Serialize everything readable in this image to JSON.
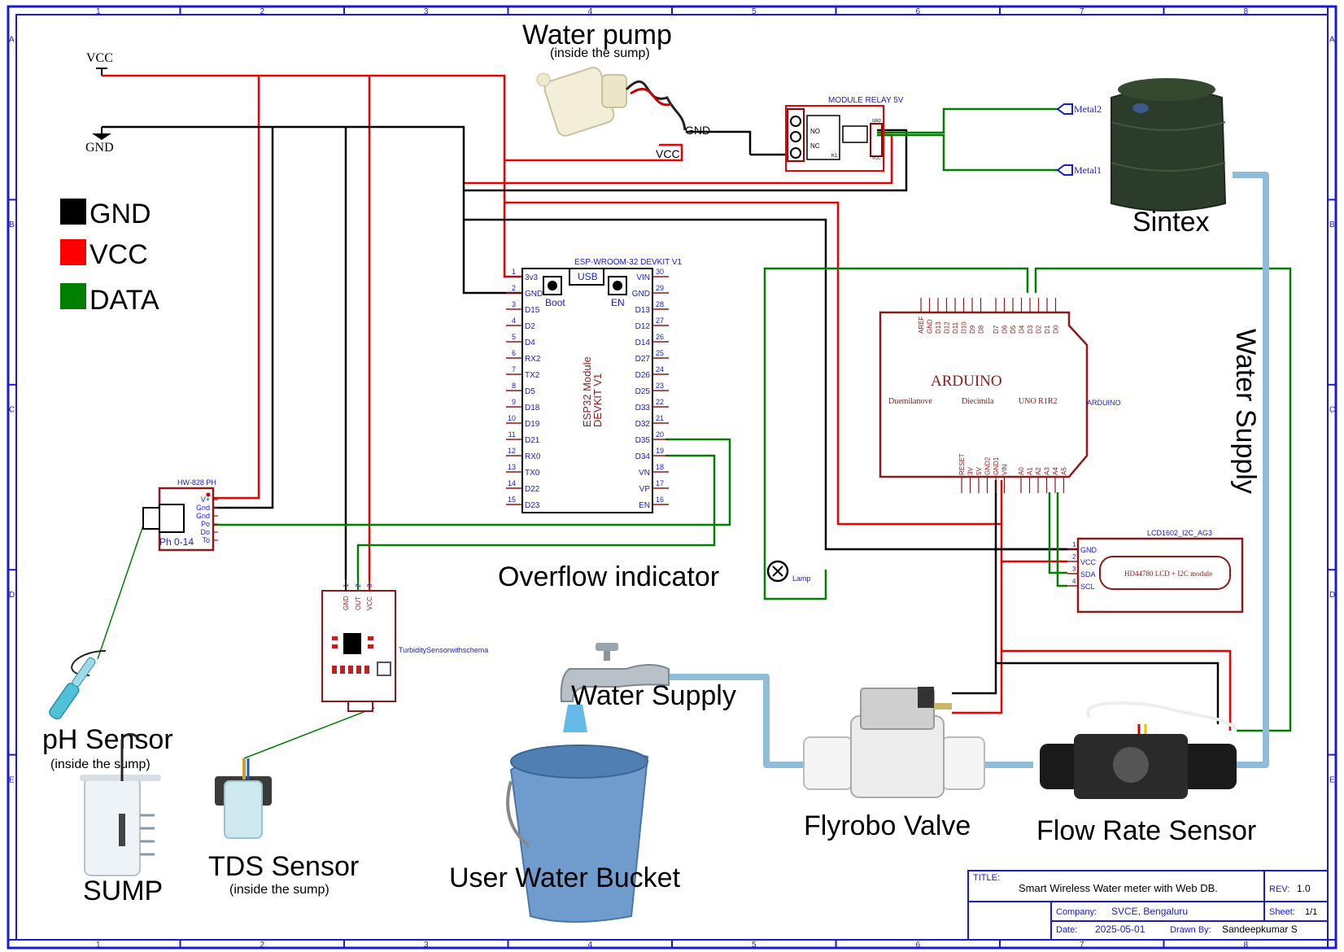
{
  "frame": {
    "col_labels": [
      "1",
      "2",
      "3",
      "4",
      "5",
      "6",
      "7",
      "8"
    ],
    "row_labels": [
      "A",
      "B",
      "C",
      "D",
      "E"
    ]
  },
  "legend": [
    {
      "label": "GND",
      "color": "#000000"
    },
    {
      "label": "VCC",
      "color": "#ff0000"
    },
    {
      "label": "DATA",
      "color": "#008000"
    }
  ],
  "power": {
    "vcc": "VCC",
    "gnd": "GND"
  },
  "pump": {
    "title": "Water pump",
    "subtitle": "(inside the sump)",
    "gnd_label": "GND",
    "vcc_label": "VCC"
  },
  "relay": {
    "title": "MODULE RELAY 5V",
    "no": "NO",
    "nc": "NC",
    "k1": "K1",
    "pin_gnd": "GND",
    "pin_vcc": "VCC"
  },
  "sintex": {
    "label": "Sintex",
    "metal2": "Metal2",
    "metal1": "Metal1"
  },
  "esp32": {
    "title": "ESP-WROOM-32 DEVKIT V1",
    "usb": "USB",
    "boot": "Boot",
    "en": "EN",
    "body1": "ESP32 Module",
    "body2": "DEVKIT V1",
    "left_pins": [
      {
        "num": "1",
        "name": "3v3"
      },
      {
        "num": "2",
        "name": "GND"
      },
      {
        "num": "3",
        "name": "D15"
      },
      {
        "num": "4",
        "name": "D2"
      },
      {
        "num": "5",
        "name": "D4"
      },
      {
        "num": "6",
        "name": "RX2"
      },
      {
        "num": "7",
        "name": "TX2"
      },
      {
        "num": "8",
        "name": "D5"
      },
      {
        "num": "9",
        "name": "D18"
      },
      {
        "num": "10",
        "name": "D19"
      },
      {
        "num": "11",
        "name": "D21"
      },
      {
        "num": "12",
        "name": "RX0"
      },
      {
        "num": "13",
        "name": "TX0"
      },
      {
        "num": "14",
        "name": "D22"
      },
      {
        "num": "15",
        "name": "D23"
      }
    ],
    "right_pins": [
      {
        "num": "30",
        "name": "VIN"
      },
      {
        "num": "29",
        "name": "GND"
      },
      {
        "num": "28",
        "name": "D13"
      },
      {
        "num": "27",
        "name": "D12"
      },
      {
        "num": "26",
        "name": "D14"
      },
      {
        "num": "25",
        "name": "D27"
      },
      {
        "num": "24",
        "name": "D26"
      },
      {
        "num": "23",
        "name": "D25"
      },
      {
        "num": "22",
        "name": "D33"
      },
      {
        "num": "21",
        "name": "D32"
      },
      {
        "num": "20",
        "name": "D35"
      },
      {
        "num": "19",
        "name": "D34"
      },
      {
        "num": "18",
        "name": "VN"
      },
      {
        "num": "17",
        "name": "VP"
      },
      {
        "num": "16",
        "name": "EN"
      }
    ]
  },
  "arduino": {
    "title": "ARDUINO",
    "side_label": "ARDUINO",
    "boards": [
      "Duemilanove",
      "Diecimila",
      "UNO R1R2"
    ],
    "top_pins": [
      "AREF",
      "GND",
      "D13",
      "D12",
      "D11",
      "D10",
      "D9",
      "D8",
      "D7",
      "D6",
      "D5",
      "D4",
      "D3",
      "D2",
      "D1",
      "D0"
    ],
    "bottom_pins": [
      "RESET",
      "3V",
      "5V",
      "GND2",
      "GND1",
      "VIN",
      "A0",
      "A1",
      "A2",
      "A3",
      "A4",
      "A5"
    ]
  },
  "ph_module": {
    "title": "HW-828 PH",
    "pins": [
      "V+",
      "Gnd",
      "Gnd",
      "Po",
      "Do",
      "To"
    ],
    "range": "Ph 0-14"
  },
  "turbidity": {
    "label": "TurbiditySensorwithschema",
    "pins": [
      "GND",
      "OUT",
      "VCC"
    ],
    "nums": [
      "1",
      "2",
      "3"
    ]
  },
  "overflow": {
    "label": "Overflow indicator",
    "lamp": "Lamp"
  },
  "lcd": {
    "title": "LCD1602_I2C_AG3",
    "module": "HD44780 LCD + I2C module",
    "pins": [
      {
        "num": "1",
        "name": "GND"
      },
      {
        "num": "2",
        "name": "VCC"
      },
      {
        "num": "3",
        "name": "SDA"
      },
      {
        "num": "4",
        "name": "SCL"
      }
    ]
  },
  "labels": {
    "ph_sensor": "pH Sensor",
    "ph_sub": "(inside the sump)",
    "sump": "SUMP",
    "tds": "TDS Sensor",
    "tds_sub": "(inside the sump)",
    "tap_supply": "Water Supply",
    "bucket": "User Water Bucket",
    "valve": "Flyrobo Valve",
    "flow": "Flow Rate Sensor",
    "side_supply": "Water Supply"
  },
  "title_block": {
    "title_label": "TITLE:",
    "title": "Smart Wireless Water meter with Web DB.",
    "rev_label": "REV:",
    "rev": "1.0",
    "company_label": "Company:",
    "company": "SVCE, Bengaluru",
    "sheet_label": "Sheet:",
    "sheet": "1/1",
    "date_label": "Date:",
    "date": "2025-05-01",
    "drawn_label": "Drawn By:",
    "drawn": "Sandeepkumar S"
  }
}
